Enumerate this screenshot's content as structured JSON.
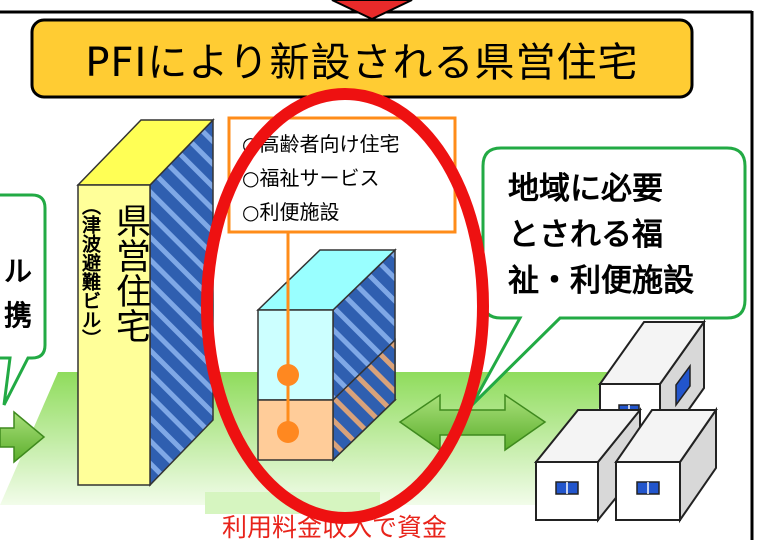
{
  "title": "PFIにより新設される県営住宅",
  "building": {
    "label": "県営住宅",
    "note": "（津波避難ビル）"
  },
  "facilities": [
    "○高齢者向け住宅",
    "○福祉サービス",
    "○利便施設"
  ],
  "callout_right": [
    "地域に必要",
    "とされる福",
    "祉・利便施設"
  ],
  "callout_left": [
    "ル",
    "携"
  ],
  "bottom_text": "利用料金収入で資金",
  "colors": {
    "title_fill": "#ffcc33",
    "highlight_ellipse": "#ee1111",
    "callout_border": "#22aa44",
    "facility_box_border": "#ff8c1a",
    "arrow_green": "#6cbf3a",
    "building_yellow": "#ffff99",
    "building_blue": "#2f5fb0",
    "bottom_text": "#e8231a"
  }
}
